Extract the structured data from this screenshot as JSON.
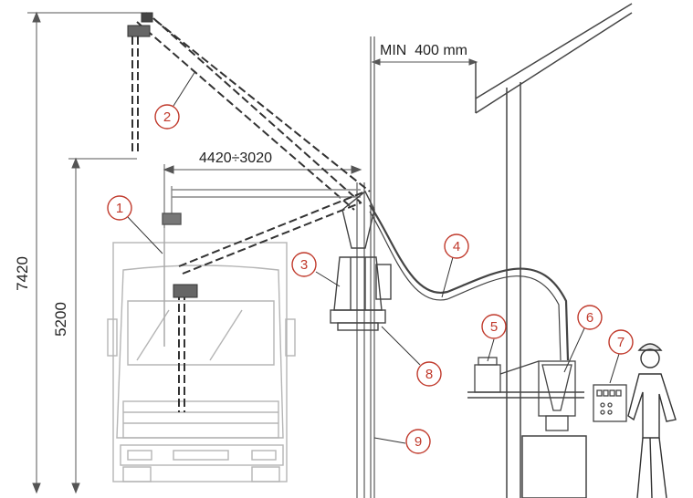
{
  "dimensions": {
    "total_height": "7420",
    "mid_height": "5200",
    "reach": "4420÷3020",
    "clearance": "MIN  400 mm"
  },
  "callouts": [
    {
      "id": "callout-1",
      "text": "1"
    },
    {
      "id": "callout-2",
      "text": "2"
    },
    {
      "id": "callout-3",
      "text": "3"
    },
    {
      "id": "callout-4",
      "text": "4"
    },
    {
      "id": "callout-5",
      "text": "5"
    },
    {
      "id": "callout-6",
      "text": "6"
    },
    {
      "id": "callout-7",
      "text": "7"
    },
    {
      "id": "callout-8",
      "text": "8"
    },
    {
      "id": "callout-9",
      "text": "9"
    }
  ],
  "colors": {
    "callout": "#c0392b",
    "line": "#555555",
    "faint": "#b8b8b8",
    "dashed": "#333333"
  }
}
